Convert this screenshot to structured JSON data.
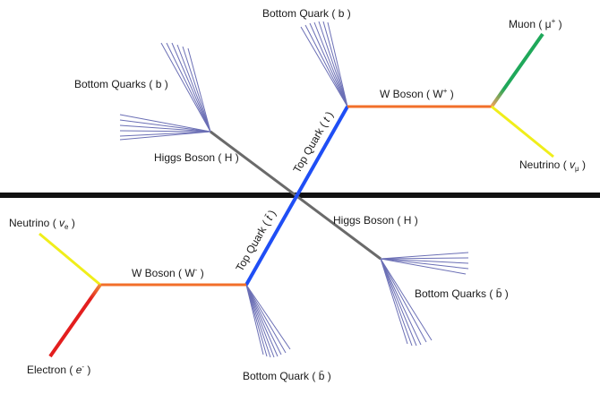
{
  "colors": {
    "divider": "#111111",
    "top_quark": "#1f4ef5",
    "higgs": "#6a6a6a",
    "w_boson": "#f26f2a",
    "muon": "#1fa85a",
    "electron": "#e31e1e",
    "neutrino": "#f0ee1a",
    "jets": "#6b6fb5",
    "label_text": "#1a1a1a"
  },
  "labels": {
    "bottom_quark_top": {
      "text": "Bottom Quark ( b )"
    },
    "muon": {
      "text": "Muon ( μ",
      "sup": "+",
      "close": " )"
    },
    "bottom_quarks_upper": {
      "text": "Bottom Quarks ( b )"
    },
    "w_boson_plus": {
      "text": "W Boson ( W",
      "sup": "+",
      "close": " )"
    },
    "higgs_upper": {
      "text": "Higgs Boson ( H )"
    },
    "neutrino_mu": {
      "text": "Neutrino ( ",
      "sym": "v",
      "sub": "μ",
      "close": " )"
    },
    "top_quark_t": {
      "text": "Top Quark ( ",
      "sym": "t",
      "close": " )"
    },
    "neutrino_e": {
      "text": "Neutrino ( ",
      "sym": "v",
      "sub": "e",
      "close": " )"
    },
    "higgs_lower": {
      "text": "Higgs Boson ( H )"
    },
    "top_quark_tbar": {
      "text": "Top Quark ( ",
      "sym": "t̄",
      "close": " )"
    },
    "w_boson_minus": {
      "text": "W Boson ( W",
      "sup": "-",
      "close": " )"
    },
    "bottom_quarks_lower": {
      "text": "Bottom Quarks ( ",
      "sym": "b̄",
      "close": " )"
    },
    "electron": {
      "text": "Electron ( ",
      "sym": "e",
      "sup": "-",
      "close": " )"
    },
    "bottom_quark_bottom": {
      "text": "Bottom Quark ( ",
      "sym": "b̄",
      "close": " )"
    }
  }
}
